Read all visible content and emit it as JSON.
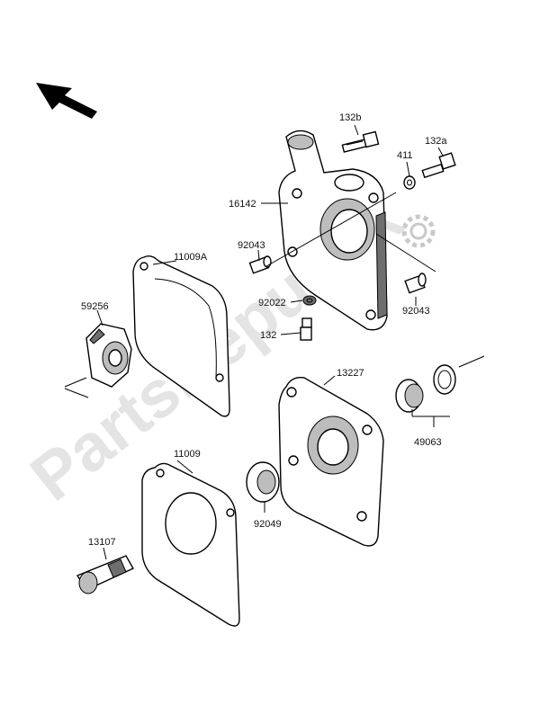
{
  "watermark": "PartsRepublik",
  "labels": {
    "p132b": "132b",
    "p132a": "132a",
    "p411": "411",
    "p16142": "16142",
    "p92043_left": "92043",
    "p92043_right": "92043",
    "p11009A": "11009A",
    "p92022": "92022",
    "p59256": "59256",
    "p132": "132",
    "p13227": "13227",
    "p49063": "49063",
    "p11009": "11009",
    "p92049": "92049",
    "p13107": "13107"
  },
  "icons": [
    "direction-arrow-icon",
    "gear-icon"
  ]
}
